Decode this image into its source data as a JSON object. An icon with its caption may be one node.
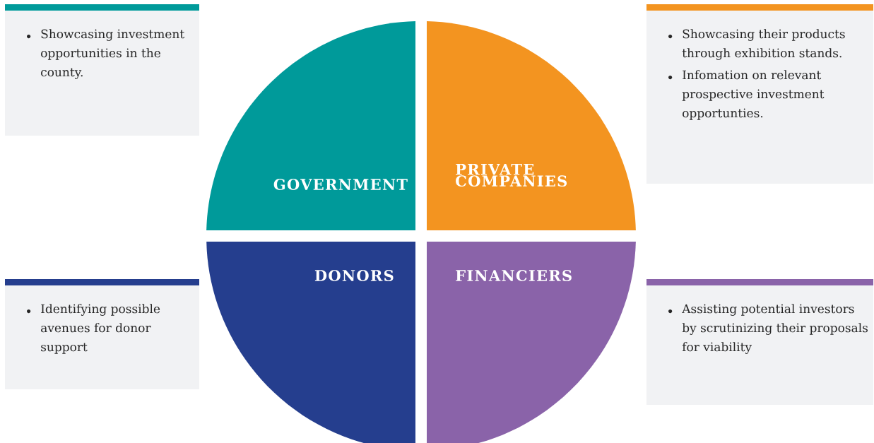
{
  "diagram": {
    "nodes": [
      {
        "text": [
          "Showcasing investment opportunities in the county."
        ]
      },
      {
        "text": [
          "GOVERNMENT"
        ]
      },
      {
        "text": [
          "PRIVATE COMPANIES"
        ]
      },
      {
        "text": [
          "Showcasing their products through exhibition stands.",
          "Infomation on relevant prospective investment opportunties."
        ]
      },
      {
        "text": [
          "DONORS"
        ]
      },
      {
        "text": [
          "FINANCIERS"
        ]
      },
      {
        "text": [
          "Identifying possible avenues for donor support"
        ]
      },
      {
        "text": [
          "Assisting potential investors by scrutinizing their proposals for viability"
        ]
      }
    ]
  }
}
